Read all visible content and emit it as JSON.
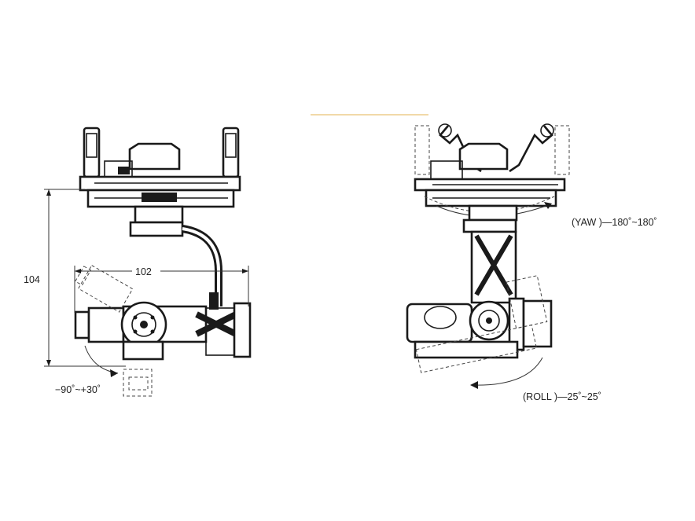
{
  "dimensions": {
    "height": "104",
    "width": "102"
  },
  "ranges": {
    "pitch": "−90˚~+30˚",
    "yaw": "(YAW )—180˚~180˚",
    "roll": "(ROLL )—25˚~25˚"
  },
  "colors": {
    "line": "#1a1a1a",
    "background": "#ffffff",
    "accent_strip": "#f1d9a8"
  }
}
